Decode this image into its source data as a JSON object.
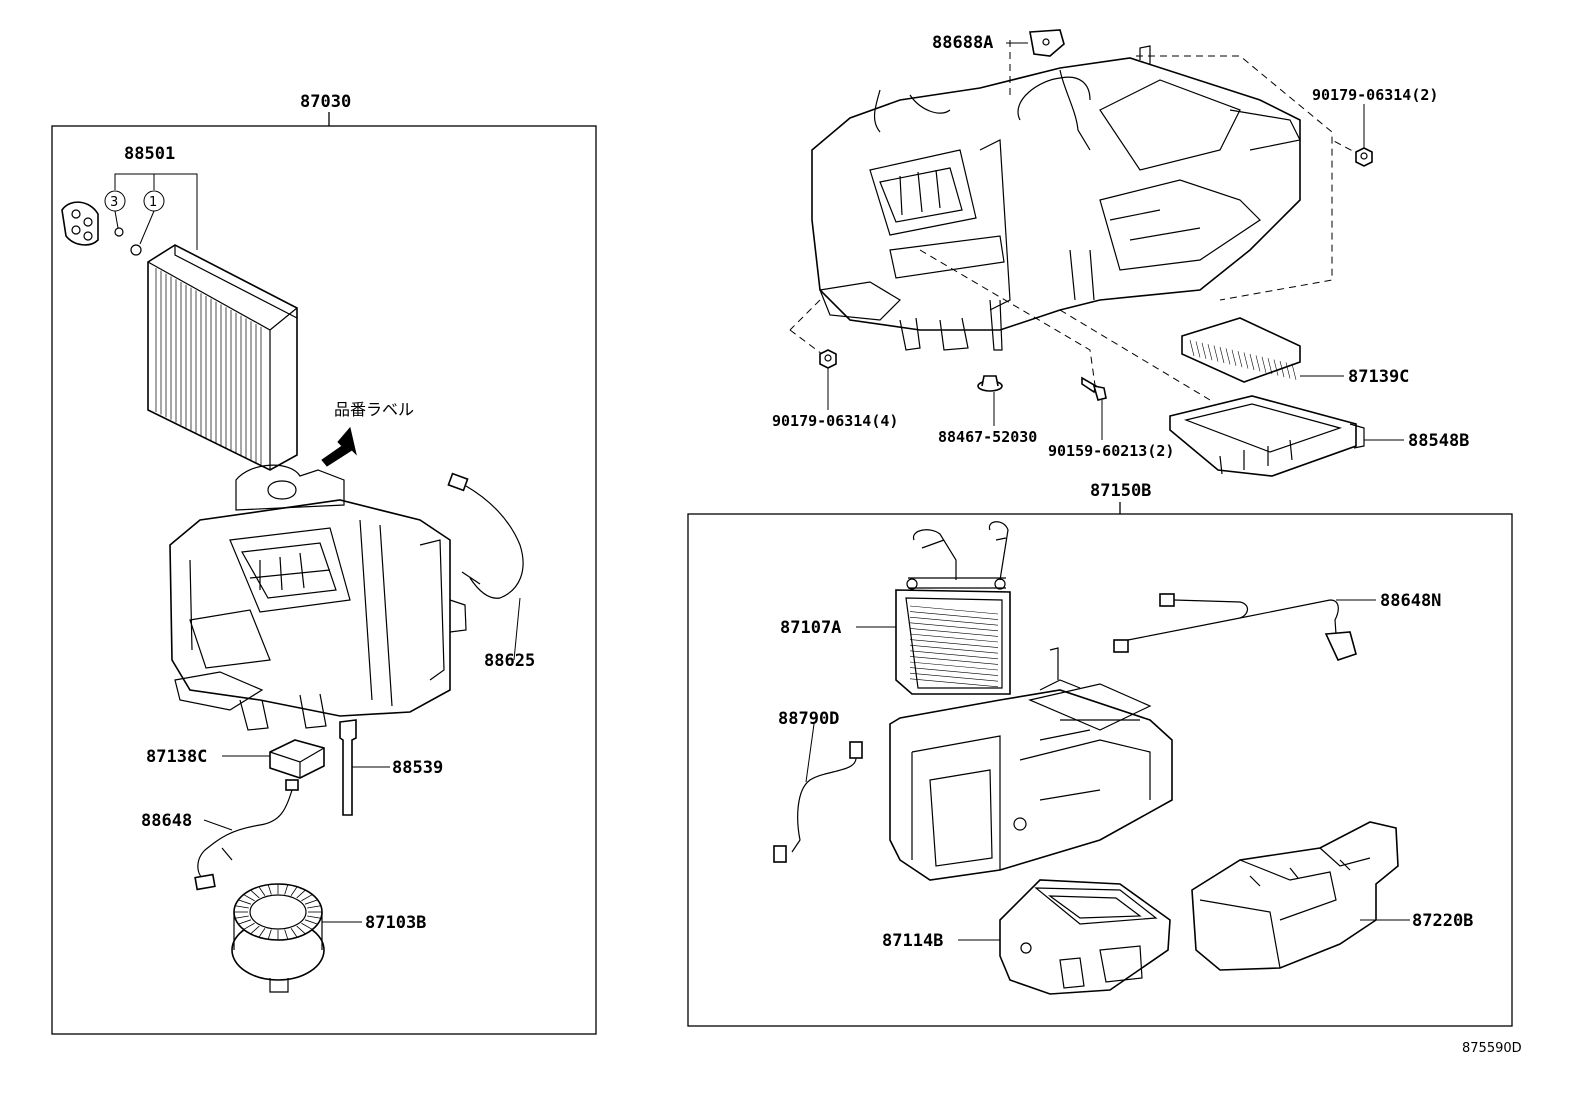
{
  "figure_code": "875590D",
  "japanese_note": "品番ラベル",
  "assemblies": {
    "left": "87030",
    "right": "87150B"
  },
  "callouts": {
    "c88501": "88501",
    "circ3": "3",
    "circ1": "1",
    "c88625": "88625",
    "c87138C": "87138C",
    "c88539": "88539",
    "c88648": "88648",
    "c87103B": "87103B",
    "c88688A": "88688A",
    "c90179_2": "90179-06314(2)",
    "c90179_4": "90179-06314(4)",
    "c88467": "88467-52030",
    "c90159": "90159-60213(2)",
    "c87139C": "87139C",
    "c88548B": "88548B",
    "c87107A": "87107A",
    "c88648N": "88648N",
    "c88790D": "88790D",
    "c87114B": "87114B",
    "c87220B": "87220B"
  }
}
